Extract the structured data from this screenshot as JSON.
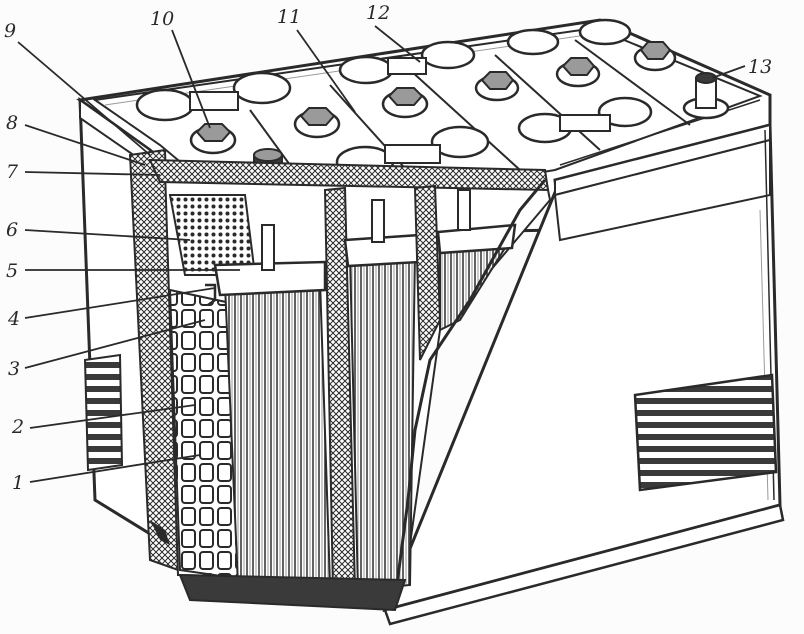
{
  "diagram": {
    "subject": "lead-acid battery cutaway",
    "colors": {
      "ink": "#2a2a2a",
      "paper": "#fcfcfc",
      "shade": "#9a9a9a",
      "dark": "#3a3a3a"
    },
    "callouts": [
      {
        "id": "c1",
        "label": "1"
      },
      {
        "id": "c2",
        "label": "2"
      },
      {
        "id": "c3",
        "label": "3"
      },
      {
        "id": "c4",
        "label": "4"
      },
      {
        "id": "c5",
        "label": "5"
      },
      {
        "id": "c6",
        "label": "6"
      },
      {
        "id": "c7",
        "label": "7"
      },
      {
        "id": "c8",
        "label": "8"
      },
      {
        "id": "c9",
        "label": "9"
      },
      {
        "id": "c10",
        "label": "10"
      },
      {
        "id": "c11",
        "label": "11"
      },
      {
        "id": "c12",
        "label": "12"
      },
      {
        "id": "c13",
        "label": "13"
      }
    ]
  }
}
